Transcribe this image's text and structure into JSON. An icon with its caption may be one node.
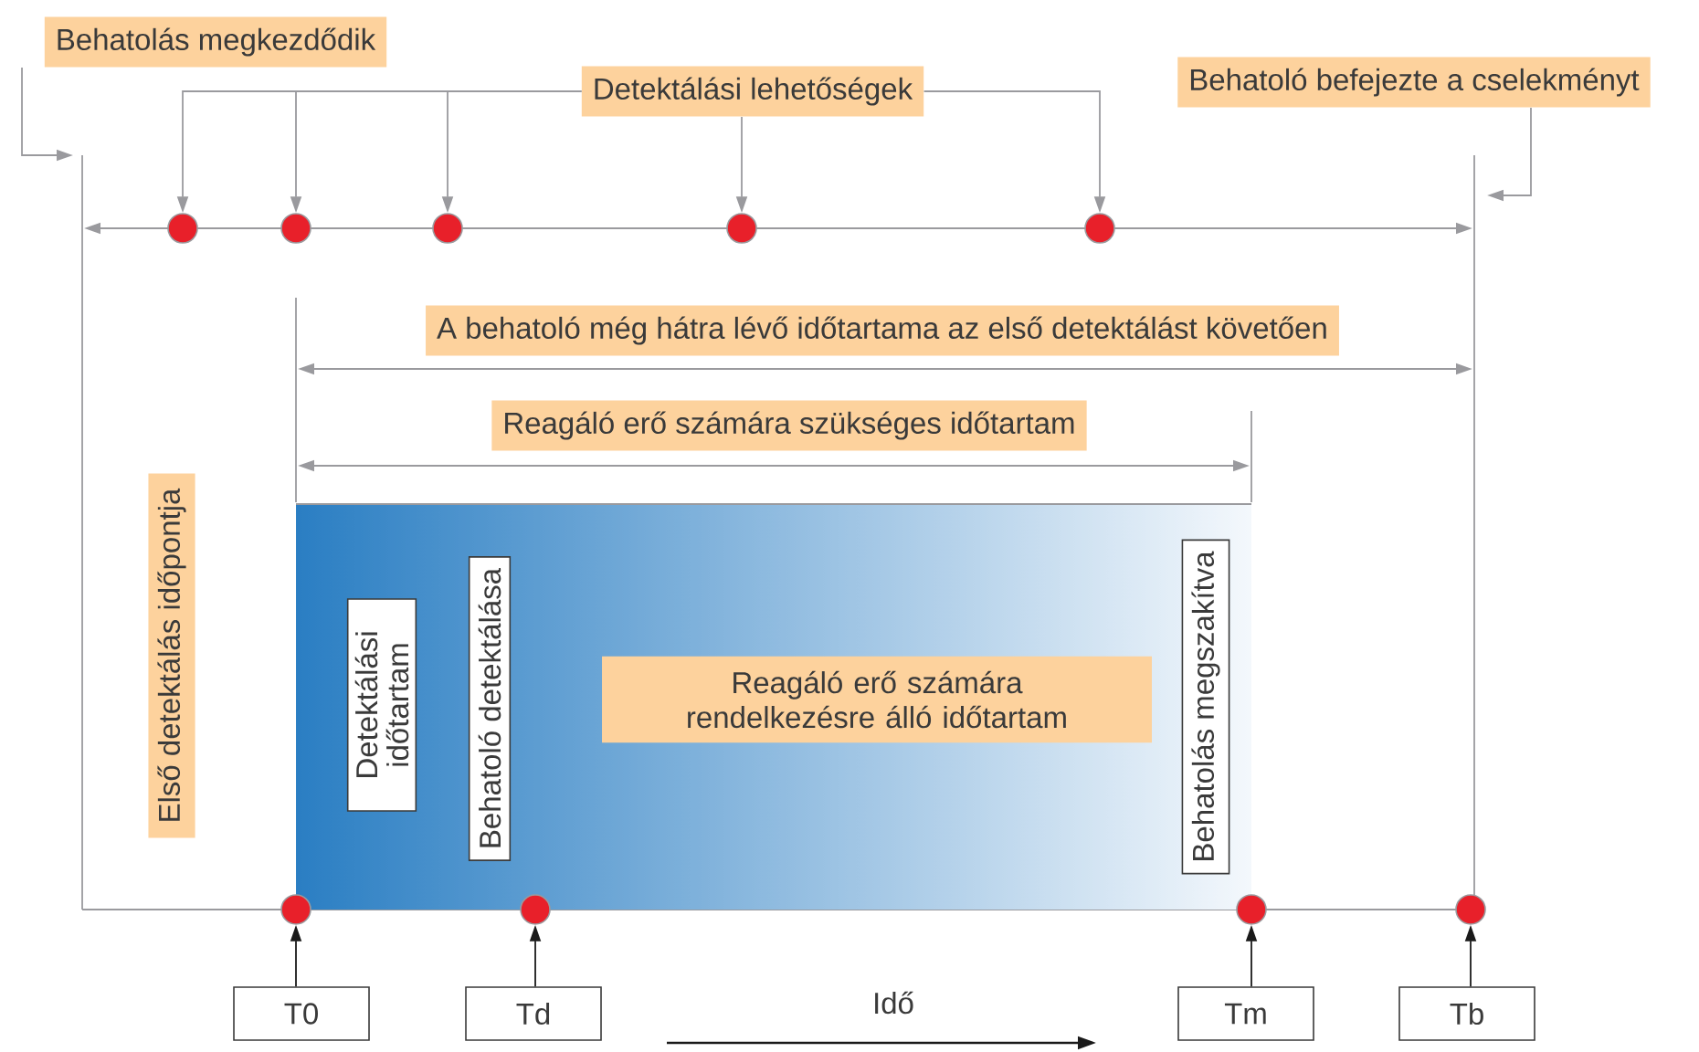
{
  "diagram": {
    "nodes": [
      {
        "text": [
          "Behatolás megkezdődik"
        ]
      },
      {
        "text": [
          "Detektálási lehetőségek"
        ]
      },
      {
        "text": [
          "Behatoló befejezte a cselekményt"
        ]
      },
      {
        "text": [],
        "shape": "circle"
      },
      {
        "text": [],
        "shape": "circle"
      },
      {
        "text": [],
        "shape": "circle"
      },
      {
        "text": [],
        "shape": "circle"
      },
      {
        "text": [],
        "shape": "circle"
      },
      {
        "text": [
          "A behatoló még hátra lévő időtartama az első detektálást követően"
        ]
      },
      {
        "text": [
          "Reagáló erő számára szükséges időtartam"
        ]
      },
      {
        "text": [
          "Első detektálás időpontja"
        ]
      },
      {
        "text": [],
        "shape": "box"
      },
      {
        "text": [
          "Detektálási időtartam"
        ],
        "in": 11
      },
      {
        "text": [
          "Behatoló detektálása"
        ],
        "in": 11
      },
      {
        "text": [
          "Reagáló erő számára rendelkezésre álló időtartam"
        ],
        "in": 11
      },
      {
        "text": [
          "Behatolás megszakítva"
        ],
        "in": 11
      },
      {
        "text": [],
        "shape": "circle"
      },
      {
        "text": [],
        "shape": "circle"
      },
      {
        "text": [],
        "shape": "circle"
      },
      {
        "text": [],
        "shape": "circle"
      },
      {
        "text": [
          "T0"
        ]
      },
      {
        "text": [
          "Td"
        ]
      },
      {
        "text": [
          "Tm"
        ]
      },
      {
        "text": [
          "Tb"
        ]
      }
    ],
    "edges": [
      {
        "from": 0,
        "to": null,
        "arrow": "to"
      },
      {
        "from": 1,
        "to": 3,
        "arrow": "to"
      },
      {
        "from": 1,
        "to": 4,
        "arrow": "to"
      },
      {
        "from": 1,
        "to": 5,
        "arrow": "to"
      },
      {
        "from": 1,
        "to": 6,
        "arrow": "to"
      },
      {
        "from": 1,
        "to": 7,
        "arrow": "to"
      },
      {
        "from": 2,
        "to": null,
        "arrow": "to"
      },
      {
        "from": 20,
        "to": 16,
        "arrow": "to",
        "color": "#1a1a1a"
      },
      {
        "from": 21,
        "to": 17,
        "arrow": "to",
        "color": "#1a1a1a"
      },
      {
        "from": 22,
        "to": 18,
        "arrow": "to",
        "color": "#1a1a1a"
      },
      {
        "from": 23,
        "to": 19,
        "arrow": "to",
        "color": "#1a1a1a"
      }
    ],
    "labels": [
      "Idő"
    ]
  }
}
